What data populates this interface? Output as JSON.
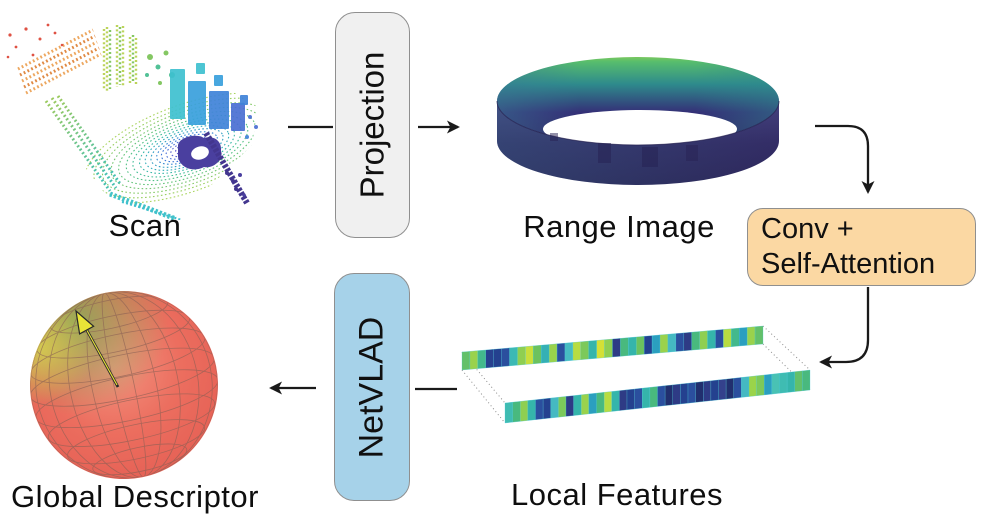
{
  "diagram": {
    "arrow_color": "#1a1a1a",
    "stages": {
      "scan": {
        "label": "Scan"
      },
      "projection": {
        "label": "Projection",
        "fill": "#f0f0f0"
      },
      "range_image": {
        "label": "Range Image"
      },
      "conv_attention": {
        "label": "Conv +\nSelf-Attention",
        "fill": "#fbd8a3"
      },
      "local_features": {
        "label": "Local Features"
      },
      "netvlad": {
        "label": "NetVLAD",
        "fill": "#a6d2e9"
      },
      "global_descriptor": {
        "label": "Global Descriptor"
      }
    }
  },
  "figures": {
    "scan": {
      "ring_colors": [
        "#6a5ad0",
        "#5f55cc",
        "#5560cf",
        "#4a6ed6",
        "#4079d8",
        "#3a8ad2",
        "#35a0c4",
        "#32adb9",
        "#38b7a8",
        "#43bd97",
        "#52c186",
        "#63c47a",
        "#74c571",
        "#86ca68",
        "#98cf60",
        "#a8d45c"
      ],
      "palette": {
        "red": "#df5244",
        "orange": "#eda75f",
        "orange_dark": "#e08a44",
        "yellow_green": "#bcd45a",
        "green": "#84c763",
        "teal_green": "#52c196",
        "teal": "#3ec0cf",
        "cyan_blue": "#38a0dc",
        "blue": "#3f82d8",
        "indigo": "#4a6fd2",
        "deep_purple": "#4a3f9f",
        "purple_dark": "#43368f",
        "bottom_teal": "#41c2c8",
        "wall_green_top": "#9ac95c",
        "wall_teal_bottom": "#45c0b0"
      }
    },
    "range_image": {
      "back_stops": [
        "#cfe13a",
        "#57bd6d",
        "#2e8a8c",
        "#343077",
        "#2e2a5f"
      ],
      "front_stops": [
        "#45427f",
        "#332d66",
        "#2c2659"
      ],
      "left_tint": "#3b7d97",
      "right_tint": "#2f8a8e",
      "seam": "#241f4e",
      "window": "#272254"
    },
    "local_features": {
      "edge_color": "#49c9d9",
      "guide_color": "#8c8c8c",
      "top_stripes": [
        "#63c06a",
        "#9ad24c",
        "#43b98c",
        "#27418f",
        "#24418f",
        "#2b4f9e",
        "#3cb9b4",
        "#8fcf51",
        "#c8df3c",
        "#6cc25e",
        "#35b0b4",
        "#9ad24c",
        "#2b4f9e",
        "#47bcc2",
        "#b8dc42",
        "#7cc95a",
        "#35b5ab",
        "#d4e036",
        "#8fcf51",
        "#2e3b85",
        "#49b97e",
        "#35b5ab",
        "#6cc25e",
        "#24418f",
        "#2b9fbf",
        "#9ad24c",
        "#45b9c2",
        "#2b4f9e",
        "#2e3b85",
        "#49b97e",
        "#8fcf51",
        "#35b5ab",
        "#2b4f9e",
        "#b8dc42",
        "#43b98c",
        "#2b9fbf",
        "#9ad24c",
        "#63c06a"
      ],
      "bottom_stripes": [
        "#3fbcb2",
        "#49b97e",
        "#8fcf51",
        "#35b5ab",
        "#2b4f9e",
        "#24418f",
        "#45b9c2",
        "#7cc95a",
        "#2e3b85",
        "#35b5ab",
        "#9ad24c",
        "#2b9fbf",
        "#49b97e",
        "#b8dc42",
        "#35b5ab",
        "#2e3b85",
        "#24418f",
        "#2b4f9e",
        "#35b5ab",
        "#49b97e",
        "#2b4f9e",
        "#212f6e",
        "#2e3b85",
        "#24418f",
        "#2b4f9e",
        "#212f6e",
        "#2e3b85",
        "#24418f",
        "#34418c",
        "#212f6e",
        "#2b4f9e",
        "#45b9c2",
        "#9ad44a",
        "#7cc95a",
        "#2b9fbf",
        "#49c2b4",
        "#3fbcb2",
        "#35b5ab",
        "#63c06a",
        "#49b97e"
      ]
    },
    "sphere": {
      "base_stops": [
        "#f2937f",
        "#ec6e5f",
        "#e25a50"
      ],
      "tint_green": "#7db054",
      "tint_yellow": "#d9d94e",
      "grid": "#8a6055",
      "arrow_fill": "#e9e437",
      "arrow_outline": "#2a2a2a"
    }
  }
}
